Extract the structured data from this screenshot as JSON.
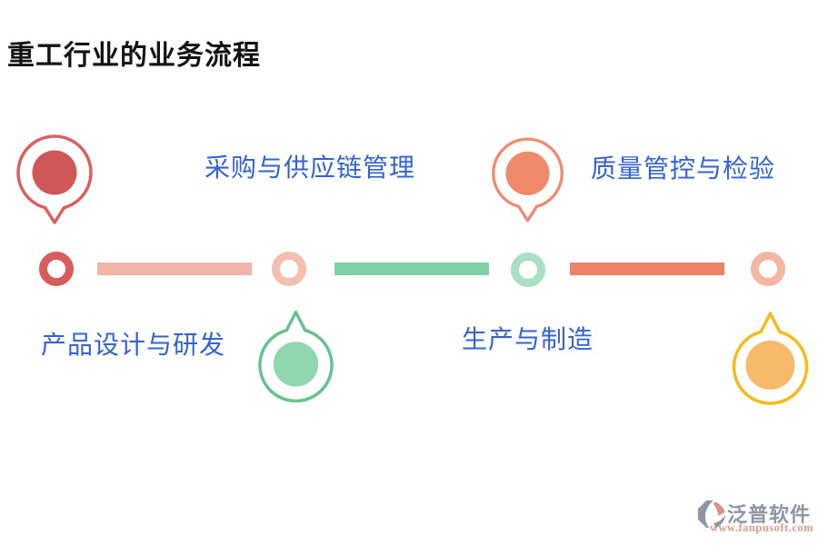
{
  "page": {
    "title": "重工行业的业务流程"
  },
  "diagram": {
    "steps": [
      {
        "label": "产品设计与研发",
        "balloon_position": "above-line",
        "label_position": "below-line",
        "balloon_outline": "#dc6060",
        "balloon_fill": "#d05757",
        "node_color": "#d85c5c"
      },
      {
        "label": "采购与供应链管理",
        "balloon_position": "below-line",
        "label_position": "above-line",
        "balloon_outline": "#67c28e",
        "balloon_fill": "#90d7af",
        "node_color": "#f4bfb1"
      },
      {
        "label": "生产与制造",
        "balloon_position": "above-line",
        "label_position": "below-line",
        "balloon_outline": "#f08a72",
        "balloon_fill": "#ef8a6b",
        "node_color": "#a9e0c4"
      },
      {
        "label": "质量管控与检验",
        "balloon_position": "below-line",
        "label_position": "above-line",
        "balloon_outline": "#f6ba1f",
        "balloon_fill": "#f8b968",
        "node_color": "#f5b5a4"
      }
    ],
    "connectors": [
      {
        "color": "#f2b4a8"
      },
      {
        "color": "#7ed1a4"
      },
      {
        "color": "#ee8266"
      }
    ],
    "label_color": "#3363d3"
  },
  "watermark": {
    "brand": "泛普软件",
    "url": "www.fanpusoft.com",
    "brand_color": "#8d96a3",
    "url_color": "#e09b90"
  }
}
